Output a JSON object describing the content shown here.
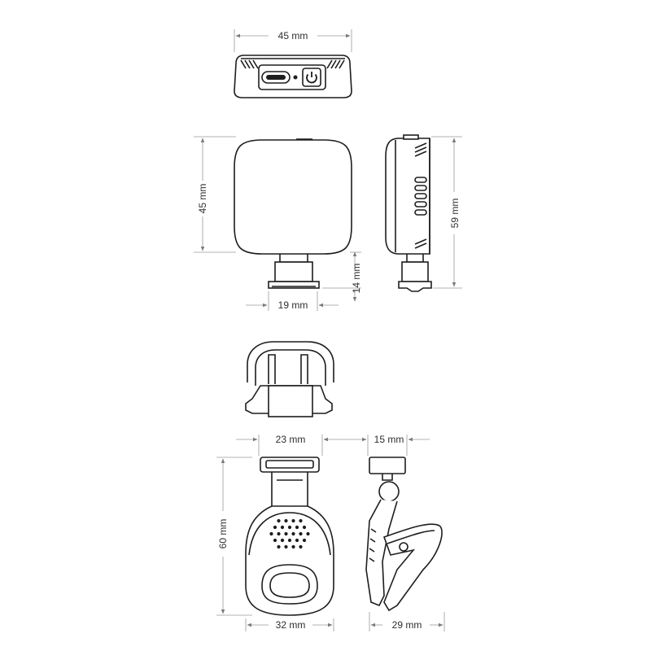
{
  "dimensions": {
    "top_width": "45 mm",
    "front_height": "45 mm",
    "side_height": "59 mm",
    "stem_height": "14 mm",
    "stem_width": "19 mm",
    "clip_top_width": "23 mm",
    "clip_side_width": "15 mm",
    "clip_height": "60 mm",
    "clip_bottom_width": "32 mm",
    "clip_side_bottom_width": "29 mm"
  },
  "colors": {
    "outline": "#1d1d1d",
    "dimension_line": "#9a9a9a",
    "text": "#2e2e2e"
  }
}
